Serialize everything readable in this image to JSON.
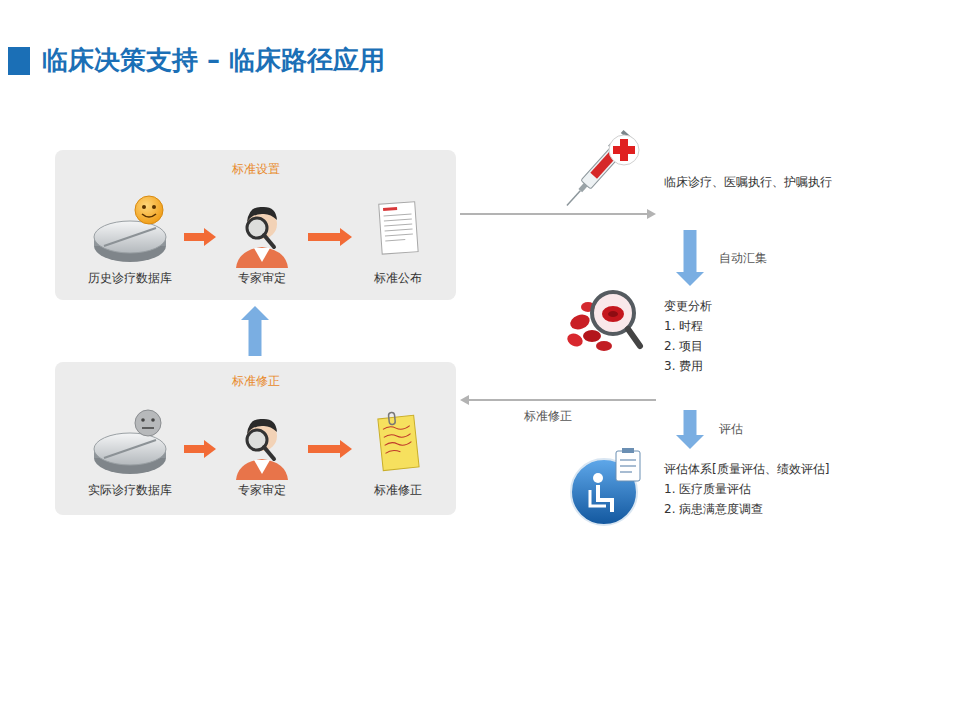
{
  "diagram": {
    "title": "临床决策支持 – 临床路径应用",
    "nodes": [
      {
        "text": [
          "标准设置"
        ]
      },
      {
        "text": [
          "历史诊疗数据库"
        ],
        "in": 0
      },
      {
        "text": [
          "专家审定"
        ],
        "in": 0
      },
      {
        "text": [
          "标准公布"
        ],
        "in": 0
      },
      {
        "text": [
          "标准修正"
        ]
      },
      {
        "text": [
          "实际诊疗数据库"
        ],
        "in": 4
      },
      {
        "text": [
          "专家审定"
        ],
        "in": 4
      },
      {
        "text": [
          "标准修正"
        ],
        "in": 4
      },
      {
        "text": [
          "临床诊疗、医嘱执行、护嘱执行"
        ]
      },
      {
        "text": [
          "变更分析",
          "1. 时程",
          "2. 项目",
          "3. 费用"
        ]
      },
      {
        "text": [
          "评估体系[质量评估、绩效评估]",
          "1. 医疗质量评估",
          "2. 病患满意度调查"
        ]
      }
    ],
    "edges": [
      {
        "from": 1,
        "to": 2,
        "arrow": "to"
      },
      {
        "from": 2,
        "to": 3,
        "arrow": "to"
      },
      {
        "from": 5,
        "to": 6,
        "arrow": "to"
      },
      {
        "from": 6,
        "to": 7,
        "arrow": "to"
      },
      {
        "from": 4,
        "to": 0,
        "arrow": "to"
      },
      {
        "from": 0,
        "to": 8,
        "arrow": "to"
      },
      {
        "from": 8,
        "to": 9,
        "arrow": "to",
        "label": "自动汇集"
      },
      {
        "from": 9,
        "to": 10,
        "arrow": "to",
        "label": "评估"
      },
      {
        "from": 9,
        "to": 4,
        "arrow": "to",
        "label": "标准修正"
      }
    ]
  }
}
